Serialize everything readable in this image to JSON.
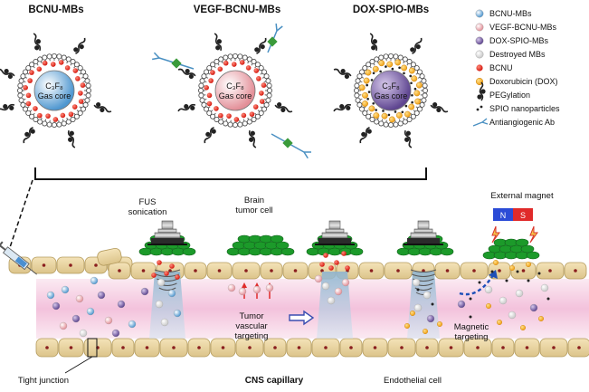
{
  "microbubbles": [
    {
      "title": "BCNU-MBs",
      "core_formula": "C₃F₈",
      "core_label": "Gas core",
      "core_color": "#b9d3ee",
      "payload": "bcnu",
      "antibody": false
    },
    {
      "title": "VEGF-BCNU-MBs",
      "core_formula": "C₃F₈",
      "core_label": "Gas core",
      "core_color": "#f2b8b8",
      "payload": "bcnu",
      "antibody": true
    },
    {
      "title": "DOX-SPIO-MBs",
      "core_formula": "C₃F₈",
      "core_label": "Gas core",
      "core_color": "#d8c6e6",
      "payload": "dox",
      "antibody": false
    }
  ],
  "legend": [
    {
      "label": "BCNU-MBs",
      "icon": "blue-sphere",
      "color": "#6fb1e0"
    },
    {
      "label": "VEGF-BCNU-MBs",
      "icon": "pink-sphere",
      "color": "#f1b3b8"
    },
    {
      "label": "DOX-SPIO-MBs",
      "icon": "purple-sphere",
      "color": "#8a6fb0"
    },
    {
      "label": "Destroyed MBs",
      "icon": "white-sphere",
      "color": "#e8e8e8"
    },
    {
      "label": "BCNU",
      "icon": "red-dot",
      "color": "#e52a1e"
    },
    {
      "label": "Doxorubicin (DOX)",
      "icon": "orange-dot",
      "color": "#f5a623"
    },
    {
      "label": "PEGylation",
      "icon": "peg-chain-icon",
      "color": "#222222"
    },
    {
      "label": "SPIO nanoparticles",
      "icon": "spio-dots",
      "color": "#222222"
    },
    {
      "label": "Antiangiogenic Ab",
      "icon": "antibody-icon",
      "color": "#4a90c2"
    }
  ],
  "labels": {
    "fus": "FUS\nsonication",
    "brain_tumor": "Brain\ntumor cell",
    "external_magnet": "External magnet",
    "magnet_n": "N",
    "magnet_s": "S",
    "tumor_vascular": "Tumor\nvascular\ntargeting",
    "magnetic_targeting": "Magnetic\ntargeting",
    "tight_junction": "Tight junction",
    "cns_capillary": "CNS capillary",
    "endothelial": "Endothelial cell"
  }
}
